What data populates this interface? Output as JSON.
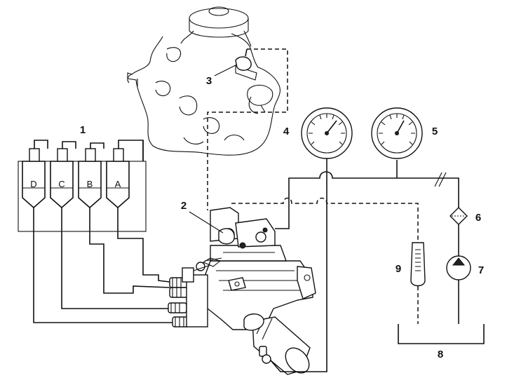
{
  "callouts": {
    "c1": "1",
    "c2": "2",
    "c3": "3",
    "c4": "4",
    "c5": "5",
    "c6": "6",
    "c7": "7",
    "c8": "8",
    "c9": "9"
  },
  "injectors": [
    "D",
    "C",
    "B",
    "A"
  ],
  "colors": {
    "line": "#111111",
    "background": "#ffffff"
  }
}
